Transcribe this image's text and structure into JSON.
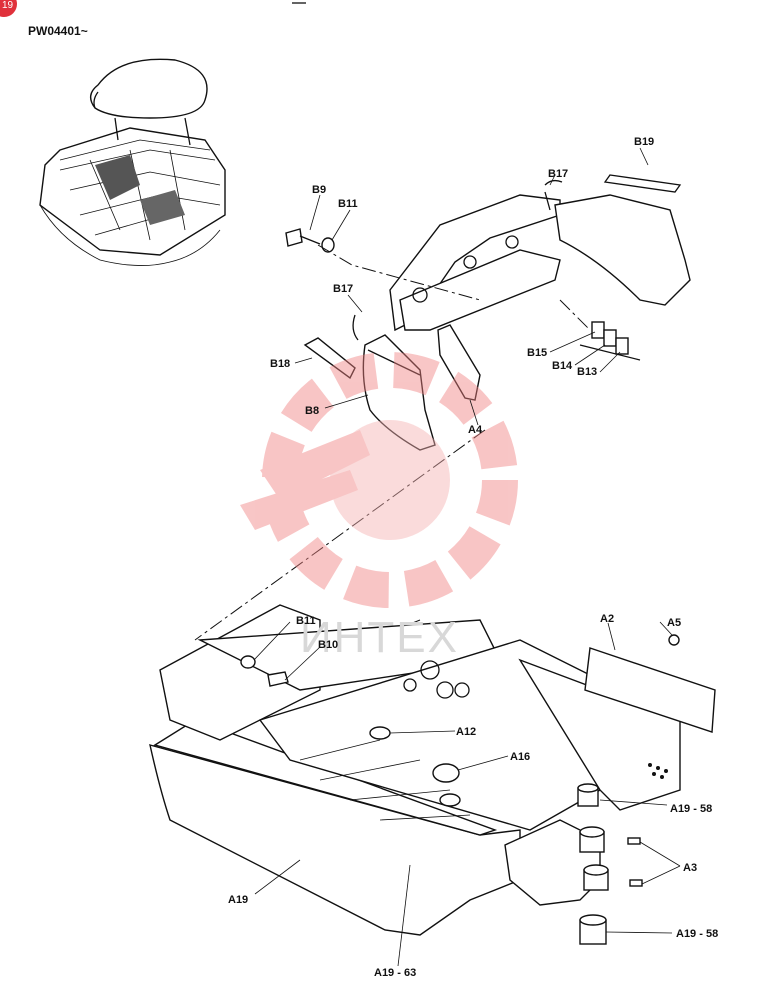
{
  "header": {
    "page_badge": "19",
    "serial": "PW04401~"
  },
  "watermark": {
    "text": "ИНТЕХ",
    "color": "#f08080"
  },
  "labels": {
    "b19": "B19",
    "b17_top": "B17",
    "b9": "B9",
    "b11_top": "B11",
    "b17_mid": "B17",
    "b18": "B18",
    "b8": "B8",
    "a4": "A4",
    "b15": "B15",
    "b14": "B14",
    "b13": "B13",
    "b11_low": "B11",
    "b10": "B10",
    "a2": "A2",
    "a5": "A5",
    "a12": "A12",
    "a16": "A16",
    "a19_58_top": "A19 - 58",
    "a3": "A3",
    "a19": "A19",
    "a19_58_bot": "A19 - 58",
    "a19_63": "A19 - 63"
  }
}
